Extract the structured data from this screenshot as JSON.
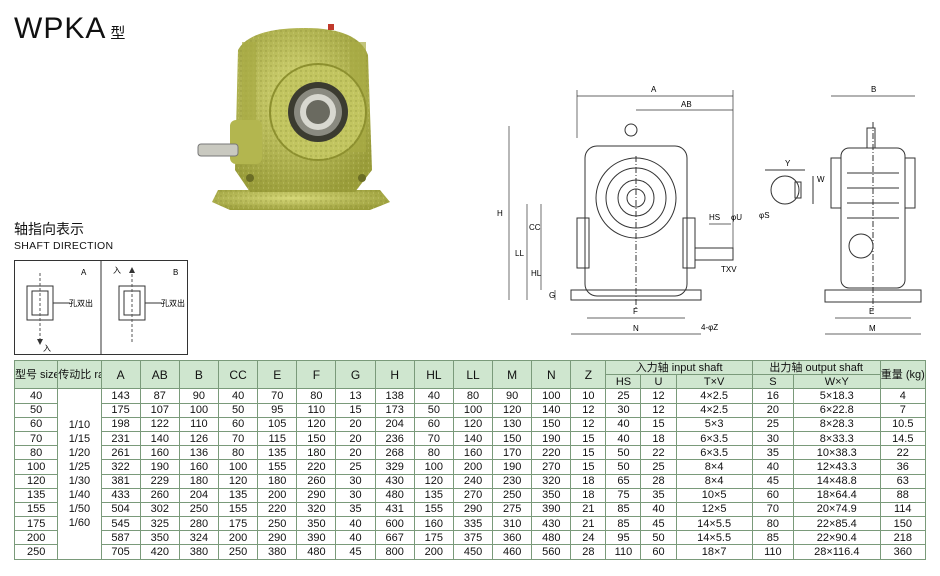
{
  "title": {
    "model": "WPKA",
    "suffix": "型"
  },
  "shaft_direction": {
    "label_cn": "轴指向表示",
    "label_en": "SHAFT DIRECTION",
    "variant_a": {
      "letter": "A",
      "in_label": "入",
      "out_label": "孔双出"
    },
    "variant_b": {
      "letter": "B",
      "in_label": "入",
      "out_label": "孔双出"
    }
  },
  "drawing_labels": {
    "A": "A",
    "AB": "AB",
    "B": "B",
    "H": "H",
    "CC": "CC",
    "LL": "LL",
    "HL": "HL",
    "G": "G",
    "F": "F",
    "N": "N",
    "E": "E",
    "M": "M",
    "Z": "4-φZ",
    "HS": "HS",
    "U": "φU",
    "TxV": "TXV",
    "S": "φS",
    "Y": "Y",
    "W": "W"
  },
  "table": {
    "headers": {
      "size": "型号 size",
      "ratio": "传动比 ratio",
      "dims": [
        "A",
        "AB",
        "B",
        "CC",
        "E",
        "F",
        "G",
        "H",
        "HL",
        "LL",
        "M",
        "N",
        "Z"
      ],
      "input_group": "入力轴 input shaft",
      "input_cols": [
        "HS",
        "U",
        "T×V"
      ],
      "output_group": "出力轴 output shaft",
      "output_cols": [
        "S",
        "W×Y"
      ],
      "weight": "重量 (kg)"
    },
    "ratios": [
      "1/10",
      "1/15",
      "1/20",
      "1/25",
      "1/30",
      "1/40",
      "1/50",
      "1/60"
    ],
    "rows": [
      [
        "40",
        "143",
        "87",
        "90",
        "40",
        "70",
        "80",
        "13",
        "138",
        "40",
        "80",
        "90",
        "100",
        "10",
        "25",
        "12",
        "4×2.5",
        "16",
        "5×18.3",
        "4"
      ],
      [
        "50",
        "175",
        "107",
        "100",
        "50",
        "95",
        "110",
        "15",
        "173",
        "50",
        "100",
        "120",
        "140",
        "12",
        "30",
        "12",
        "4×2.5",
        "20",
        "6×22.8",
        "7"
      ],
      [
        "60",
        "198",
        "122",
        "110",
        "60",
        "105",
        "120",
        "20",
        "204",
        "60",
        "120",
        "130",
        "150",
        "12",
        "40",
        "15",
        "5×3",
        "25",
        "8×28.3",
        "10.5"
      ],
      [
        "70",
        "231",
        "140",
        "126",
        "70",
        "115",
        "150",
        "20",
        "236",
        "70",
        "140",
        "150",
        "190",
        "15",
        "40",
        "18",
        "6×3.5",
        "30",
        "8×33.3",
        "14.5"
      ],
      [
        "80",
        "261",
        "160",
        "136",
        "80",
        "135",
        "180",
        "20",
        "268",
        "80",
        "160",
        "170",
        "220",
        "15",
        "50",
        "22",
        "6×3.5",
        "35",
        "10×38.3",
        "22"
      ],
      [
        "100",
        "322",
        "190",
        "160",
        "100",
        "155",
        "220",
        "25",
        "329",
        "100",
        "200",
        "190",
        "270",
        "15",
        "50",
        "25",
        "8×4",
        "40",
        "12×43.3",
        "36"
      ],
      [
        "120",
        "381",
        "229",
        "180",
        "120",
        "180",
        "260",
        "30",
        "430",
        "120",
        "240",
        "230",
        "320",
        "18",
        "65",
        "28",
        "8×4",
        "45",
        "14×48.8",
        "63"
      ],
      [
        "135",
        "433",
        "260",
        "204",
        "135",
        "200",
        "290",
        "30",
        "480",
        "135",
        "270",
        "250",
        "350",
        "18",
        "75",
        "35",
        "10×5",
        "60",
        "18×64.4",
        "88"
      ],
      [
        "155",
        "504",
        "302",
        "250",
        "155",
        "220",
        "320",
        "35",
        "431",
        "155",
        "290",
        "275",
        "390",
        "21",
        "85",
        "40",
        "12×5",
        "70",
        "20×74.9",
        "114"
      ],
      [
        "175",
        "545",
        "325",
        "280",
        "175",
        "250",
        "350",
        "40",
        "600",
        "160",
        "335",
        "310",
        "430",
        "21",
        "85",
        "45",
        "14×5.5",
        "80",
        "22×85.4",
        "150"
      ],
      [
        "200",
        "587",
        "350",
        "324",
        "200",
        "290",
        "390",
        "40",
        "667",
        "175",
        "375",
        "360",
        "480",
        "24",
        "95",
        "50",
        "14×5.5",
        "85",
        "22×90.4",
        "218"
      ],
      [
        "250",
        "705",
        "420",
        "380",
        "250",
        "380",
        "480",
        "45",
        "800",
        "200",
        "450",
        "460",
        "560",
        "28",
        "110",
        "60",
        "18×7",
        "110",
        "28×116.4",
        "360"
      ]
    ]
  },
  "colors": {
    "body_green": "#b9bd56",
    "header_bg": "#cfe6cf",
    "line": "#7a9a7a"
  }
}
